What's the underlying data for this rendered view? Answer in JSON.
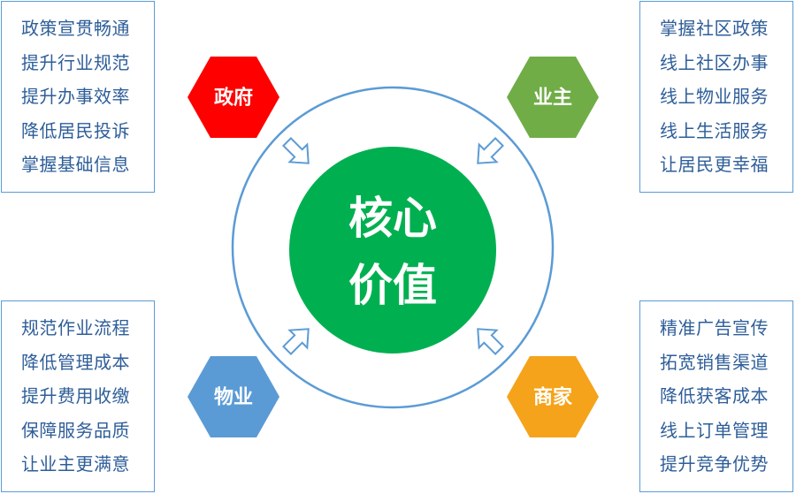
{
  "center": {
    "line1": "核心",
    "line2": "价值",
    "color": "#00b050"
  },
  "nodes": {
    "government": {
      "label": "政府",
      "color": "#ff0000"
    },
    "owner": {
      "label": "业主",
      "color": "#70ad47"
    },
    "property": {
      "label": "物业",
      "color": "#5b9bd5"
    },
    "merchant": {
      "label": "商家",
      "color": "#f5a31a"
    }
  },
  "lists": {
    "government": [
      "政策宣贯畅通",
      "提升行业规范",
      "提升办事效率",
      "降低居民投诉",
      "掌握基础信息"
    ],
    "owner": [
      "掌握社区政策",
      "线上社区办事",
      "线上物业服务",
      "线上生活服务",
      "让居民更幸福"
    ],
    "property": [
      "规范作业流程",
      "降低管理成本",
      "提升费用收缴",
      "保障服务品质",
      "让业主更满意"
    ],
    "merchant": [
      "精准广告宣传",
      "拓宽销售渠道",
      "降低获客成本",
      "线上订单管理",
      "提升竞争优势"
    ]
  }
}
